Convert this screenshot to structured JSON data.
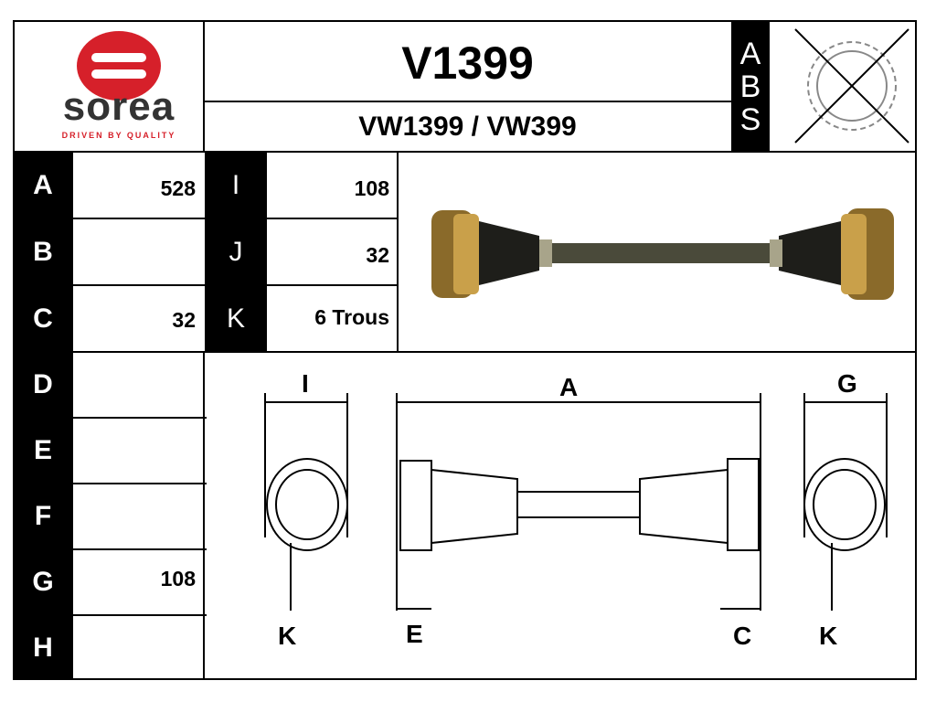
{
  "brand": {
    "name": "sorea",
    "tagline": "DRIVEN BY QUALITY",
    "color": "#d6202a"
  },
  "header": {
    "ref": "V1399",
    "alt_refs": "VW1399 / VW399",
    "abs_letters": [
      "A",
      "B",
      "S"
    ]
  },
  "specs_left": [
    {
      "letter": "A",
      "value": "528"
    },
    {
      "letter": "B",
      "value": ""
    },
    {
      "letter": "C",
      "value": "32"
    },
    {
      "letter": "D",
      "value": ""
    },
    {
      "letter": "E",
      "value": ""
    },
    {
      "letter": "F",
      "value": ""
    },
    {
      "letter": "G",
      "value": "108"
    },
    {
      "letter": "H",
      "value": ""
    }
  ],
  "specs_mid": [
    {
      "letter": "I",
      "value": "108"
    },
    {
      "letter": "J",
      "value": "32"
    },
    {
      "letter": "K",
      "value": "6 Trous"
    }
  ],
  "drawing_labels": {
    "i": "I",
    "a": "A",
    "g": "G",
    "k1": "K",
    "e": "E",
    "c": "C",
    "k2": "K"
  },
  "icons": {
    "abs": "abs-ring-crossed-icon",
    "photo": "drive-shaft-photo"
  }
}
